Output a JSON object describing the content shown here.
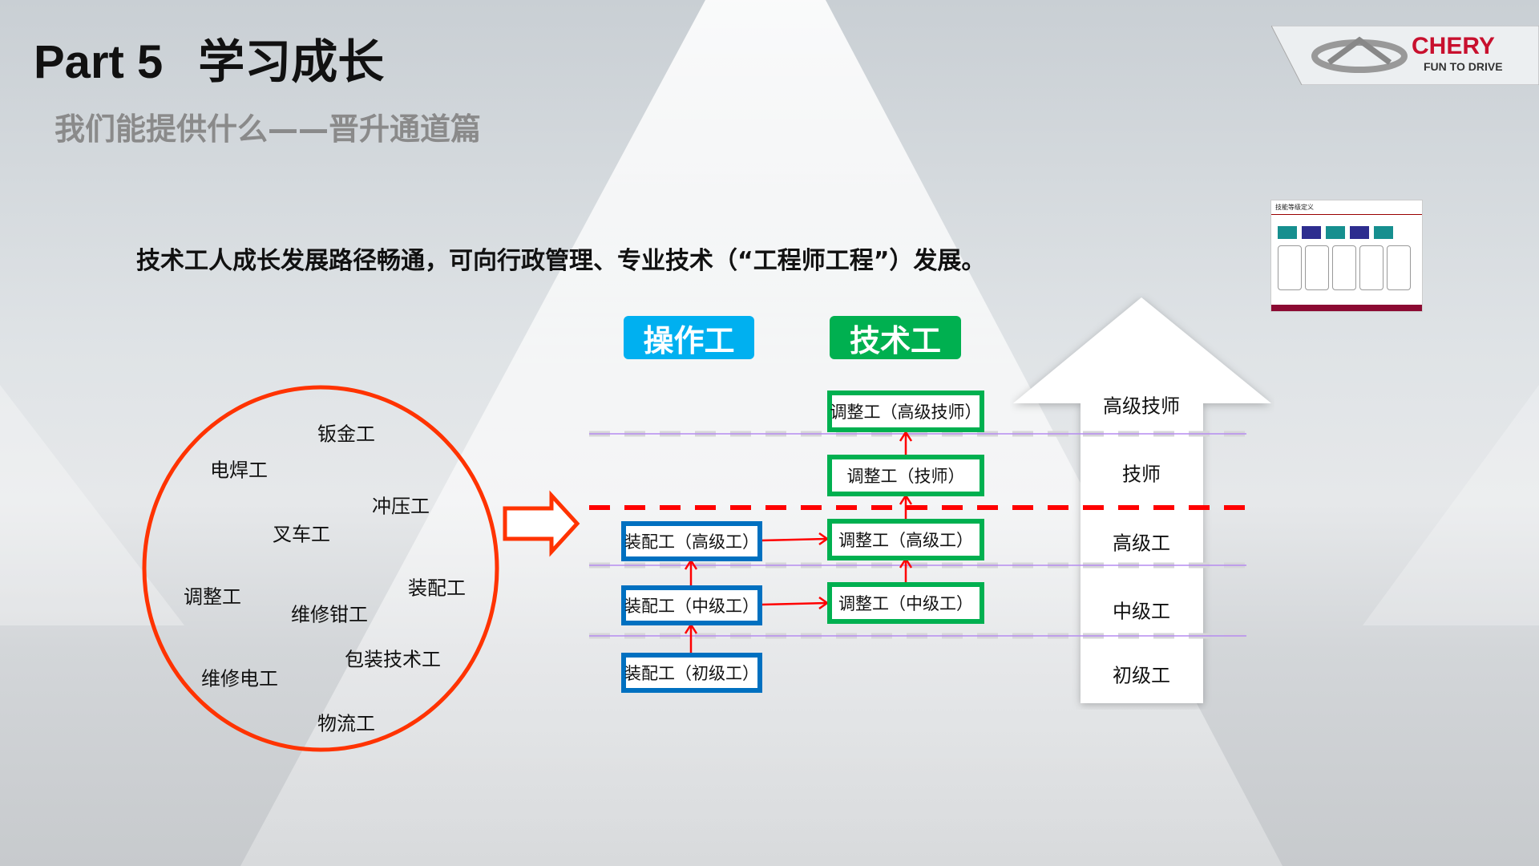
{
  "title": {
    "part": "Part 5",
    "heading": "学习成长"
  },
  "subtitle": "我们能提供什么——晋升通道篇",
  "sentence": "技术工人成长发展路径畅通，可向行政管理、专业技术（“工程师工程”）发展。",
  "logo": {
    "brand": "CHERY",
    "tagline": "FUN TO DRIVE"
  },
  "thumbnail": {
    "title": "技能等级定义"
  },
  "headers": {
    "operator": "操作工",
    "technician": "技术工"
  },
  "circle_jobs": [
    "钣金工",
    "电焊工",
    "冲压工",
    "叉车工",
    "装配工",
    "调整工",
    "维修钳工",
    "包装技术工",
    "维修电工",
    "物流工"
  ],
  "operator_path": [
    "装配工（高级工）",
    "装配工（中级工）",
    "装配工（初级工）"
  ],
  "technician_path": [
    "调整工（高级技师）",
    "调整工（技师）",
    "调整工（高级工）",
    "调整工（中级工）"
  ],
  "levels": [
    "高级技师",
    "技师",
    "高级工",
    "中级工",
    "初级工"
  ],
  "colors": {
    "blue": "#0070c0",
    "green": "#00b050",
    "cyan": "#00b0f0",
    "red": "#ff0000",
    "circle": "#ff3300"
  }
}
